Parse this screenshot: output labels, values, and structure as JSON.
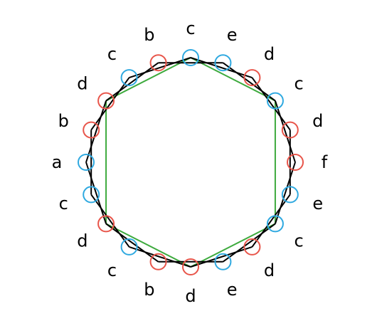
{
  "diagram": {
    "colors": {
      "red": "#E8554A",
      "blue": "#2FA9E0",
      "green": "#3DAA3D",
      "black": "#000000"
    },
    "nodes": [
      {
        "label": "c",
        "type": "blue"
      },
      {
        "label": "e",
        "type": "blue"
      },
      {
        "label": "d",
        "type": "red"
      },
      {
        "label": "c",
        "type": "blue"
      },
      {
        "label": "d",
        "type": "red"
      },
      {
        "label": "f",
        "type": "red"
      },
      {
        "label": "e",
        "type": "blue"
      },
      {
        "label": "c",
        "type": "blue"
      },
      {
        "label": "d",
        "type": "red"
      },
      {
        "label": "e",
        "type": "blue"
      },
      {
        "label": "d",
        "type": "red"
      },
      {
        "label": "b",
        "type": "red"
      },
      {
        "label": "c",
        "type": "blue"
      },
      {
        "label": "d",
        "type": "red"
      },
      {
        "label": "c",
        "type": "blue"
      },
      {
        "label": "a",
        "type": "blue"
      },
      {
        "label": "b",
        "type": "red"
      },
      {
        "label": "d",
        "type": "red"
      },
      {
        "label": "c",
        "type": "blue"
      },
      {
        "label": "b",
        "type": "red"
      }
    ],
    "black_edges": [
      [
        19,
        1
      ],
      [
        1,
        3
      ],
      [
        3,
        5
      ],
      [
        5,
        7
      ],
      [
        7,
        9
      ],
      [
        9,
        11
      ],
      [
        11,
        13
      ],
      [
        13,
        15
      ],
      [
        15,
        17
      ],
      [
        17,
        19
      ],
      [
        0,
        2
      ],
      [
        2,
        4
      ],
      [
        4,
        6
      ],
      [
        6,
        8
      ],
      [
        8,
        10
      ],
      [
        10,
        12
      ],
      [
        12,
        14
      ],
      [
        14,
        16
      ],
      [
        16,
        18
      ],
      [
        18,
        0
      ]
    ],
    "green_edges": [
      [
        0,
        3
      ],
      [
        3,
        7
      ],
      [
        7,
        10
      ],
      [
        10,
        13
      ],
      [
        13,
        17
      ],
      [
        17,
        0
      ]
    ]
  }
}
